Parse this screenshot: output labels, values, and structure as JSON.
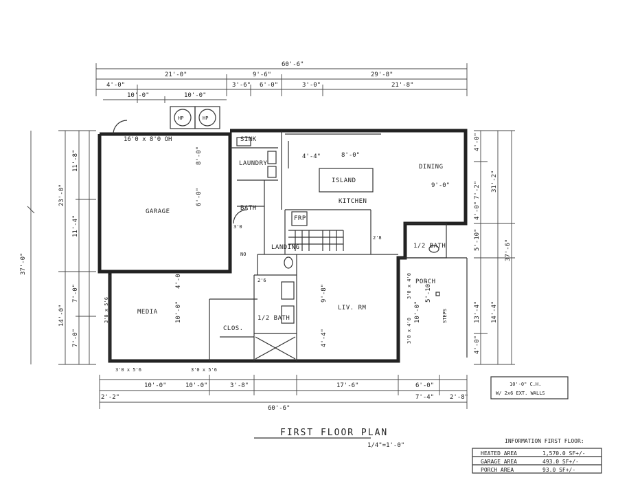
{
  "plan": {
    "title": "FIRST FLOOR PLAN",
    "scale": "1/4\"=1'-0\"",
    "rooms": {
      "garage": "GARAGE",
      "laundry": "LAUNDRY",
      "kitchen": "KITCHEN",
      "island": "ISLAND",
      "dining": "DINING",
      "bath": "BATH",
      "media": "MEDIA",
      "liv_rm": "LIV. RM",
      "half_bath": "1/2 BATH",
      "porch": "PORCH",
      "sink": "SINK",
      "closet": "CLOS.",
      "stairs": "LANDING",
      "frp": "FRP",
      "bath2": "1/2 BATH",
      "hp1": "HP",
      "hp2": "HP",
      "steps": "STEPS"
    },
    "dims": {
      "top_overall": "60'-6\"",
      "top_a": "21'-0\"",
      "top_b": "9'-6\"",
      "top_c": "29'-8\"",
      "top_d1": "4'-0\"",
      "top_d2": "3'-6\"",
      "top_d3": "6'-0\"",
      "top_d4": "3'-0\"",
      "top_d5": "21'-8\"",
      "top_e1": "10'-0\"",
      "top_e2": "10'-0\"",
      "left_overall": "37'-0\"",
      "left_a": "23'-0\"",
      "left_b": "14'-0\"",
      "left_c1": "11'-8\"",
      "left_c2": "11'-4\"",
      "left_c3": "7'-0\"",
      "left_c4": "7'-0\"",
      "right_overall": "37'-6\"",
      "right_a": "31'-2\"",
      "right_b": "14'-4\"",
      "right_c1": "4'-0\"",
      "right_c2": "7'-2\"",
      "right_c3": "4'-0\"",
      "right_c4": "5'-10\"",
      "right_c5": "13'-4\"",
      "right_c6": "4'-0\"",
      "bottom_overall": "60'-6\"",
      "bottom_a": "10'-0\"",
      "bottom_b": "10'-0\"",
      "bottom_c": "3'-8\"",
      "bottom_d": "17'-6\"",
      "bottom_e": "6'-0\"",
      "bottom_f": "7'-4\"",
      "bottom_g": "2'-2\"",
      "bottom_h": "2'-8\"",
      "garage_door": "16'0 x 8'0 OH",
      "garage_depth": "8'-0\"",
      "dining_w": "9'-0\"",
      "island_w": "8'-0\"",
      "kitchen_h": "4'-4\"",
      "garage_w": "6'-0\"",
      "liv_h": "9'-8\"",
      "liv_h2": "4'-4\"",
      "media_h": "10'-0\"",
      "media_w": "4'-0\"",
      "porch_h": "10'-0\"",
      "porch_w": "5'-10\"",
      "win1": "3'0 x 5'6",
      "win2": "3'0 x 5'6",
      "win3": "3'0 x 5'6",
      "win4": "3'0 x 4'0",
      "win5": "3'0 x 4'0",
      "door1": "3'0",
      "door2": "2'6",
      "door3": "2'8",
      "no": "NO"
    },
    "note_box": {
      "line1": "10'-0\" C.H.",
      "line2": "W/ 2x6 EXT. WALLS"
    },
    "info": {
      "header": "INFORMATION FIRST FLOOR:",
      "rows": [
        {
          "label": "HEATED AREA",
          "value": "1,570.0 SF+/-"
        },
        {
          "label": "GARAGE AREA",
          "value": "493.0 SF+/-"
        },
        {
          "label": "PORCH AREA",
          "value": "93.0 SF+/-"
        }
      ]
    }
  }
}
